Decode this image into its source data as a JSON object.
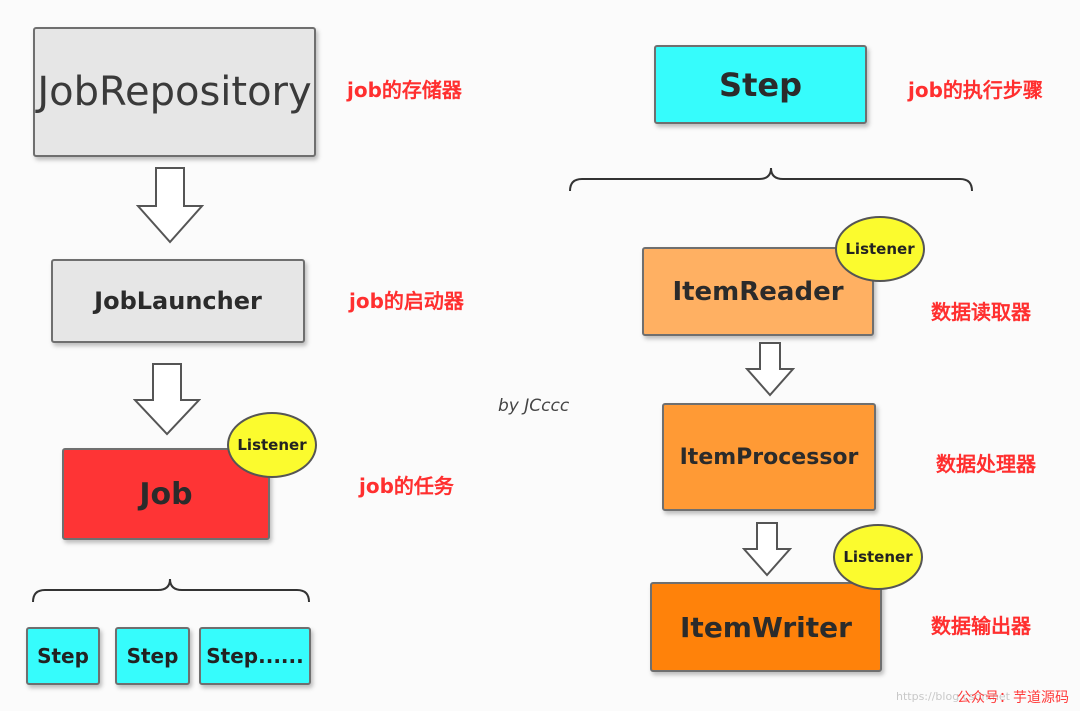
{
  "left": {
    "job_repository": {
      "label": "JobRepository",
      "desc": "job的存储器"
    },
    "job_launcher": {
      "label": "JobLauncher",
      "desc": "job的启动器"
    },
    "job": {
      "label": "Job",
      "desc": "job的任务",
      "listener": "Listener"
    },
    "steps": [
      "Step",
      "Step",
      "Step......"
    ]
  },
  "right": {
    "step": {
      "label": "Step",
      "desc": "job的执行步骤"
    },
    "item_reader": {
      "label": "ItemReader",
      "desc": "数据读取器",
      "listener": "Listener"
    },
    "item_processor": {
      "label": "ItemProcessor",
      "desc": "数据处理器"
    },
    "item_writer": {
      "label": "ItemWriter",
      "desc": "数据输出器",
      "listener": "Listener"
    }
  },
  "author": "by JCccc",
  "watermark_url": "https://blog.csdn.net",
  "watermark": "公众号：芋道源码",
  "colors": {
    "grey_box": "#e6e6e6",
    "cyan_box": "#36fcfc",
    "job_red": "#fe3435",
    "reader_orange": "#ffb062",
    "processor_orange": "#ff9a35",
    "writer_orange": "#ff820a",
    "listener_yellow": "#fbfb2e",
    "desc_red": "#ff2f2f"
  }
}
